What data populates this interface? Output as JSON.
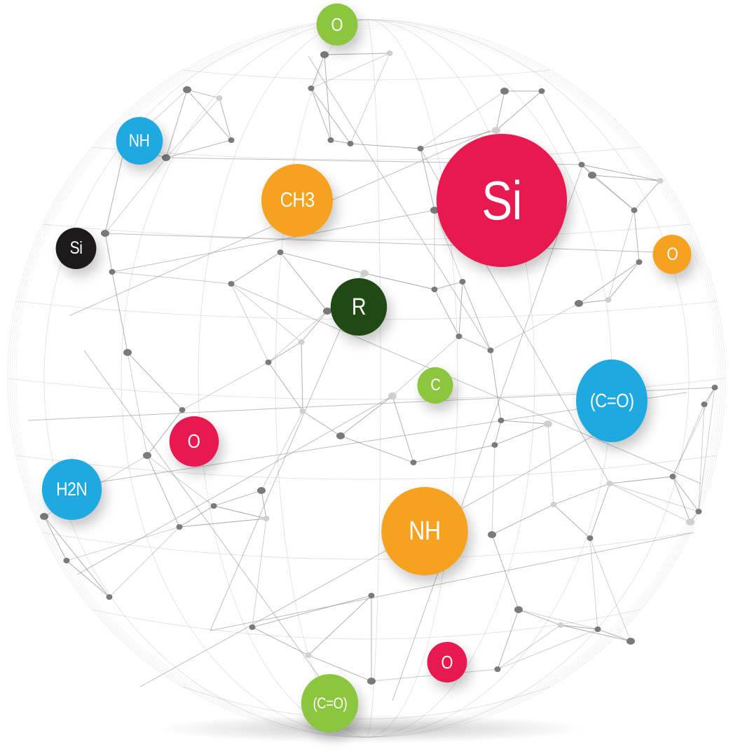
{
  "atoms": [
    {
      "id": "top-o",
      "label": "O",
      "color": "#8cc63f"
    },
    {
      "id": "nh-small",
      "label": "NH",
      "color": "#1ea9e1"
    },
    {
      "id": "ch3",
      "label": "CH3",
      "color": "#f6a11f"
    },
    {
      "id": "si-big",
      "label": "Si",
      "color": "#e8194f"
    },
    {
      "id": "si-black",
      "label": "Si",
      "color": "#1e1a1b"
    },
    {
      "id": "o-right",
      "label": "O",
      "color": "#f6a11f"
    },
    {
      "id": "r",
      "label": "R",
      "color": "#1f4a14"
    },
    {
      "id": "c",
      "label": "C",
      "color": "#8cc63f"
    },
    {
      "id": "co-right",
      "label": "(C=O)",
      "color": "#1ea9e1"
    },
    {
      "id": "o-mid",
      "label": "O",
      "color": "#e8194f"
    },
    {
      "id": "h2n",
      "label": "H2N",
      "color": "#1ea9e1"
    },
    {
      "id": "nh-big",
      "label": "NH",
      "color": "#f6a11f"
    },
    {
      "id": "o-bottom",
      "label": "O",
      "color": "#e8194f"
    },
    {
      "id": "co-bottom",
      "label": "(C=O)",
      "color": "#8cc63f"
    }
  ],
  "network": {
    "line_color": "#8a8a8a",
    "node_color": "#7a7a7a",
    "node_color_light": "#cfcfcf"
  }
}
